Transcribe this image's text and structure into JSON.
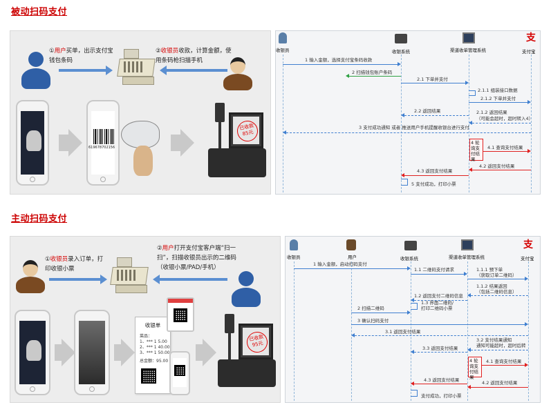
{
  "section1": {
    "title": "被动扫码支付",
    "step1_index": "①",
    "step1_role": "用户",
    "step1_text": "买单，出示支付宝钱包条码",
    "step2_index": "②",
    "step2_role": "收银员",
    "step2_text": "收款，计算金额，使用条码枪扫描手机",
    "barcode_number": "619678702156",
    "paid_seal": "已收款 85元"
  },
  "sequence1": {
    "actors": [
      "收银员",
      "收银系统",
      "渠道收单管理系统",
      "支付宝"
    ],
    "messages": [
      "1 输入金额，选择支付宝条码收款",
      "2 扫描钱包账户条码",
      "2.1 下单并支付",
      "2.1.1 组装接口数据",
      "2.1.2 下单并支付",
      "2.2 返回结果",
      "2.1.2 返回结果",
      "（可能会超时，超时转入4）",
      "3 支付成功通知 或者 推送用户手机提醒收银台进行支付",
      "4 轮询支付结果",
      "4.1 查询支付结果",
      "4.2 返回支付结果",
      "4.3 返回支付结果",
      "5 支付成功，打印小票"
    ]
  },
  "section2": {
    "title": "主动扫码支付",
    "step1_index": "①",
    "step1_role": "收银员",
    "step1_text": "录入订单，打印收银小票",
    "step2_index": "②",
    "step2_role": "用户",
    "step2_text": "打开支付宝客户端“扫一扫”，扫描收银员出示的二维码（收银小票/PAD/手机）",
    "receipt_title": "收银单",
    "receipt_lines": [
      "菜品：",
      "1、*** 1  5.00",
      "2、*** 1  40.00",
      "3、*** 1  50.00",
      "总金额：95.00"
    ],
    "paid_seal": "已收款 95元"
  },
  "sequence2": {
    "actors": [
      "收银员",
      "用户",
      "收银系统",
      "渠道收单管理系统",
      "支付宝"
    ],
    "messages": [
      "1 输入金额，启动扫码支付",
      "1.1 二维码支付请求",
      "1.1.1 预下单",
      "（获取订单二维码）",
      "1.1.2 结果返回",
      "（包括二维码信息）",
      "1.2 返回支付二维码信息",
      "1.3 界面二维码/",
      "打印二维码小票",
      "2 扫描二维码",
      "3 确认扫码支付",
      "3.1 返回支付结果",
      "3.2 支付结果通知",
      "通知可能超时，超时后转",
      "3.3 返回支付结果",
      "4 轮询支付结果",
      "4.1 查询支付结果",
      "4.2 返回支付结果",
      "4.3 返回支付结果",
      "支付成功，打印小票"
    ]
  },
  "colors": {
    "title_red": "#cc0000",
    "arrow_blue": "#5b8fd1",
    "msg_blue": "#3f7fd0",
    "msg_green": "#2ea043",
    "msg_red": "#e02020"
  }
}
